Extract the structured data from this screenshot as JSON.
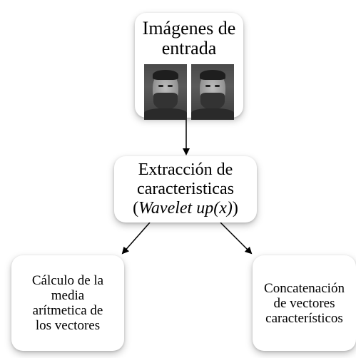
{
  "nodes": {
    "input": {
      "title": "Imágenes de\nentrada"
    },
    "extraction": {
      "line1": "Extracción de",
      "line2": "caracteristicas",
      "paren_open": "(",
      "method": "Wavelet up(x)",
      "paren_close": ")"
    },
    "mean": {
      "label": "Cálculo de la\nmedia\narítmetica de\nlos vectores"
    },
    "concat": {
      "label": "Concatenación\nde vectores\ncaracterísticos"
    }
  },
  "edges": [
    {
      "from": "input",
      "to": "extraction"
    },
    {
      "from": "extraction",
      "to": "mean"
    },
    {
      "from": "extraction",
      "to": "concat"
    }
  ]
}
